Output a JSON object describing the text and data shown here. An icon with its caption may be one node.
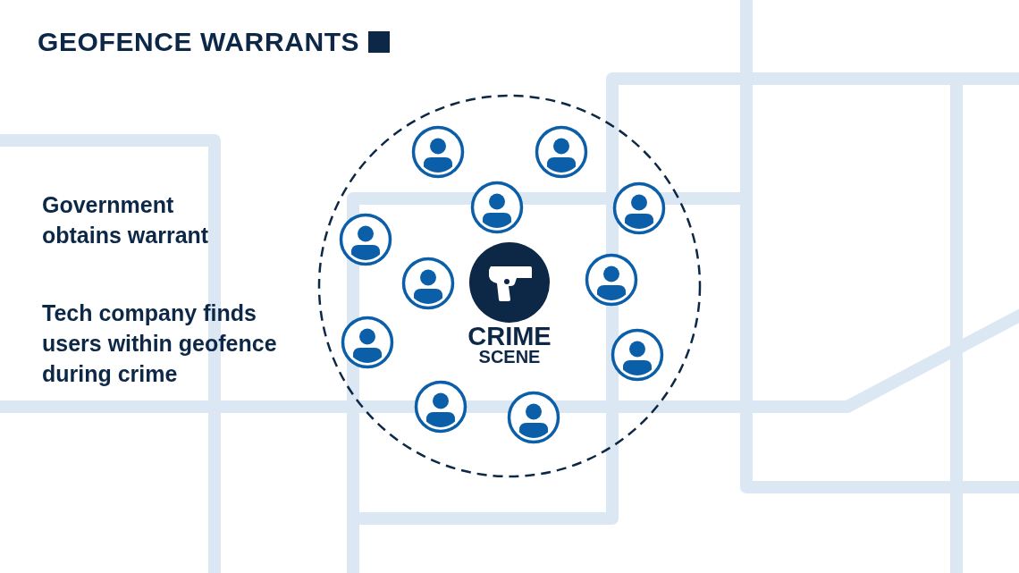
{
  "diagram": {
    "title": "GEOFENCE WARRANTS",
    "nodes": [
      {
        "text": [],
        "shape": "circle"
      },
      {
        "text": [
          "CRIME SCENE"
        ],
        "in": 0
      }
    ],
    "labels": [
      "Government obtains warrant",
      "Tech company finds users within geofence during crime"
    ]
  }
}
